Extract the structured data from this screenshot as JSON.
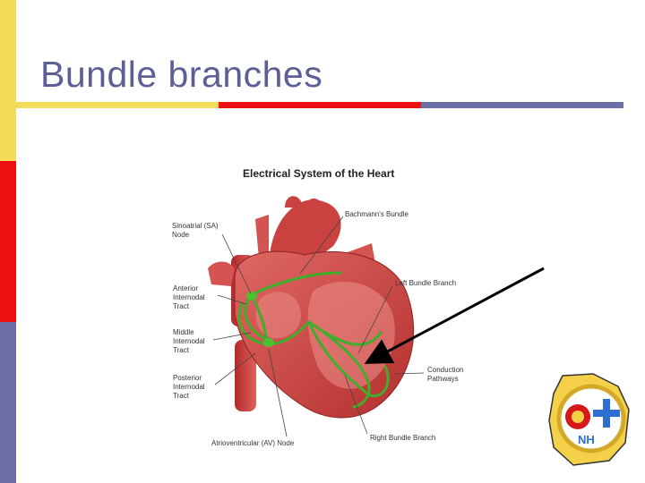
{
  "slide": {
    "title": "Bundle branches"
  },
  "figure": {
    "title": "Electrical System of the Heart",
    "labels": {
      "sa_node": "Sinoatrial (SA)\nNode",
      "anterior": "Anterior\nInternodal\nTract",
      "middle": "Middle\nInternodal\nTract",
      "posterior": "Posterior\nInternodal\nTract",
      "av_node": "Atrioventricular (AV) Node",
      "bachmann": "Bachmann's Bundle",
      "left_bundle": "Left Bundle Branch",
      "conduction": "Conduction\nPathways",
      "right_bundle": "Right Bundle Branch"
    }
  },
  "logo": {
    "text": "NH"
  },
  "colors": {
    "title": "#5c5f96",
    "accent_yellow": "#f3dc5a",
    "accent_red": "#ee1010",
    "accent_blue": "#6b6fa3",
    "conduction_green": "#3fae2a",
    "heart_red": "#c9423f"
  }
}
